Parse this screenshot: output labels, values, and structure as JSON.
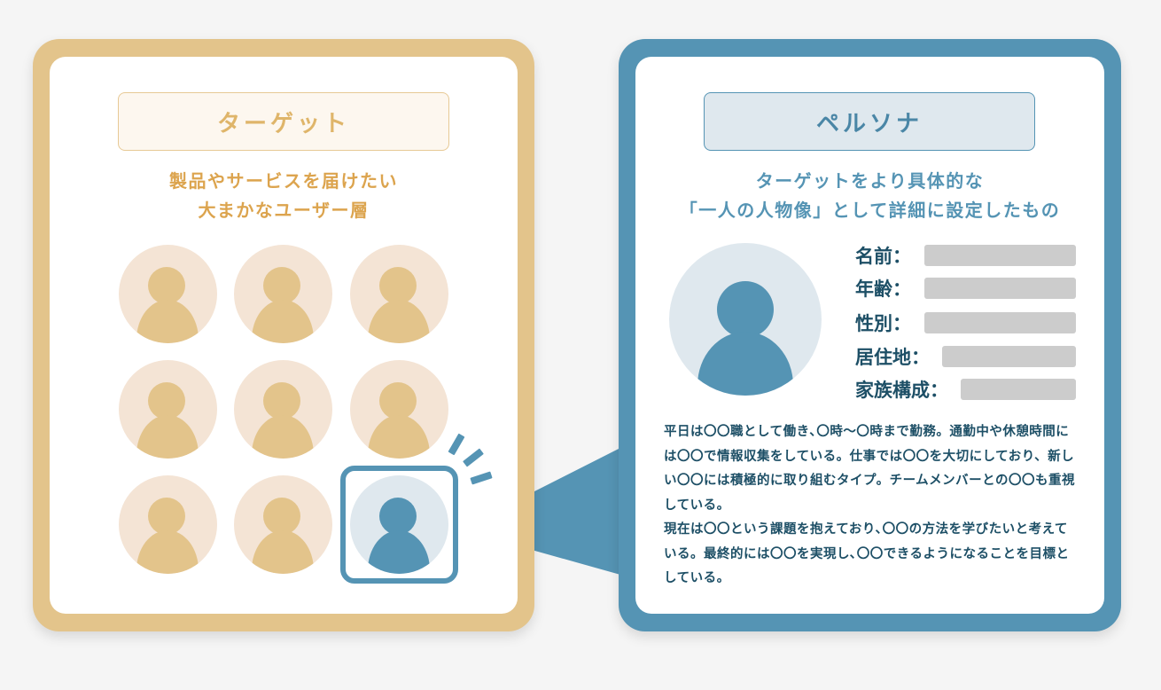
{
  "target_panel": {
    "title": "ターゲット",
    "description_line1": "製品やサービスを届けたい",
    "description_line2": "大まかなユーザー層",
    "avatars": [
      {
        "id": 1,
        "highlighted": false
      },
      {
        "id": 2,
        "highlighted": false
      },
      {
        "id": 3,
        "highlighted": false
      },
      {
        "id": 4,
        "highlighted": false
      },
      {
        "id": 5,
        "highlighted": false
      },
      {
        "id": 6,
        "highlighted": false
      },
      {
        "id": 7,
        "highlighted": false
      },
      {
        "id": 8,
        "highlighted": false
      },
      {
        "id": 9,
        "highlighted": true
      }
    ],
    "colors": {
      "frame": "#e3c48b",
      "text": "#dca44e",
      "avatar_bg": "#f4e4d5"
    }
  },
  "persona_panel": {
    "title": "ペルソナ",
    "description_line1": "ターゲットをより具体的な",
    "description_line2": "「一人の人物像」として詳細に設定したもの",
    "fields": [
      {
        "label": "名前："
      },
      {
        "label": "年齢："
      },
      {
        "label": "性別："
      },
      {
        "label": "居住地："
      },
      {
        "label": "家族構成："
      }
    ],
    "bio_paragraph1": "平日は〇〇職として働き､〇時～〇時まで勤務。通勤中や休憩時間には〇〇で情報収集をしている。仕事では〇〇を大切にしており、新しい〇〇には積極的に取り組むタイプ。チームメンバーとの〇〇も重視している。",
    "bio_paragraph2": "現在は〇〇という課題を抱えており､〇〇の方法を学びたいと考えている。最終的には〇〇を実現し､〇〇できるようになることを目標としている。",
    "colors": {
      "frame": "#5594b4",
      "text": "#1d4f66",
      "placeholder_bar": "#cccccc"
    }
  }
}
